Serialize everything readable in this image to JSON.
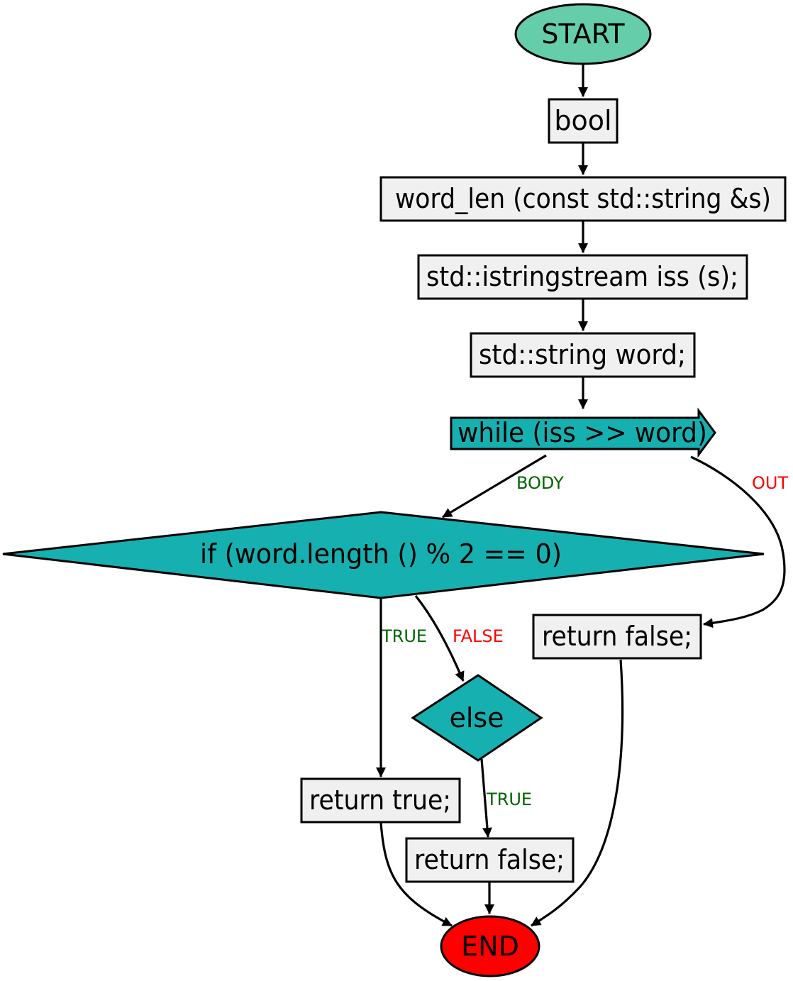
{
  "colors": {
    "start_fill": "#66cdaa",
    "end_fill": "#ff0000",
    "process_fill": "#f0f0f0",
    "decision_fill": "#17b0b0",
    "stroke": "#000000",
    "label_true": "#006400",
    "label_false": "#ff0000"
  },
  "nodes": {
    "start": "START",
    "bool": "bool",
    "signature": "word_len (const std::string &s)",
    "istringstream": "std::istringstream iss (s);",
    "string_word": "std::string word;",
    "while_loop": "while (iss >> word)",
    "if_cond": "if (word.length () % 2 == 0)",
    "else": "else",
    "return_true": "return true;",
    "return_false_else": "return false;",
    "return_false_out": "return false;",
    "end": "END"
  },
  "edge_labels": {
    "body": "BODY",
    "out": "OUT",
    "true_if": "TRUE",
    "false_if": "FALSE",
    "true_else": "TRUE"
  }
}
